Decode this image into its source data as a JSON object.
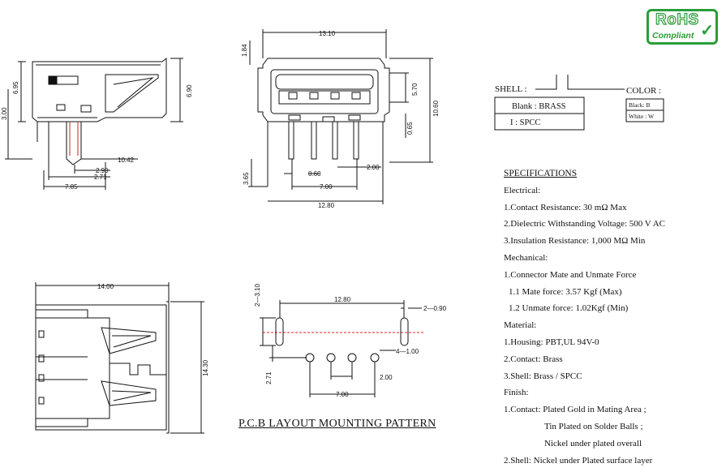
{
  "logo": {
    "line1": "RoHS",
    "line2": "Compliant"
  },
  "options": {
    "shell_label": "SHELL :",
    "color_label": "COLOR :",
    "shell_blank": "Blank : BRASS",
    "shell_i": "I : SPCC",
    "color_black": "Black: B",
    "color_white": "White : W"
  },
  "side_view": {
    "d1": "6.95",
    "d2": "3.00",
    "d3": "6.90",
    "d4": "10.42",
    "d5": "2.90",
    "d6": "2.71",
    "d7": "7.85"
  },
  "front_view": {
    "d1": "13.10",
    "d2": "1.84",
    "d3": "5.70",
    "d4": "10.60",
    "d5": "0.65",
    "d6": "3.65",
    "d7": "0.60",
    "d8": "2.00",
    "d9": "7.00",
    "d10": "12.80"
  },
  "top_view": {
    "d1": "14.00",
    "d2": "14.30"
  },
  "pcb": {
    "title": "P.C.B LAYOUT MOUNTING PATTERN",
    "d1": "2—3.10",
    "d2": "12.80",
    "d3": "2—0.90",
    "d4": "4—1.00",
    "d5": "2.71",
    "d6": "2.00",
    "d7": "7.00"
  },
  "specs": {
    "title": "SPECIFICATIONS",
    "electrical": "Electrical:",
    "e1": "1.Contact Resistance: 30 mΩ Max",
    "e2": "2.Dielectric Withstanding Voltage: 500 V AC",
    "e3": "3.Insulation Resistance: 1,000 MΩ Min",
    "mechanical": "Mechanical:",
    "m1": "1.Connector Mate and Unmate Force",
    "m1a": "1.1 Mate force: 3.57 Kgf (Max)",
    "m1b": "1.2 Unmate force: 1.02Kgf (Min)",
    "material": "Material:",
    "mat1": "1.Housing: PBT,UL 94V-0",
    "mat2": "2.Contact: Brass",
    "mat3": "3.Shell: Brass / SPCC",
    "finish": "Finish:",
    "f1": "1.Contact: Plated Gold in Mating Area ;",
    "f1b": "Tin Plated on Solder Balls ;",
    "f1c": "Nickel under plated overall",
    "f2": "2.Shell: Nickel under Plated surface layer"
  }
}
